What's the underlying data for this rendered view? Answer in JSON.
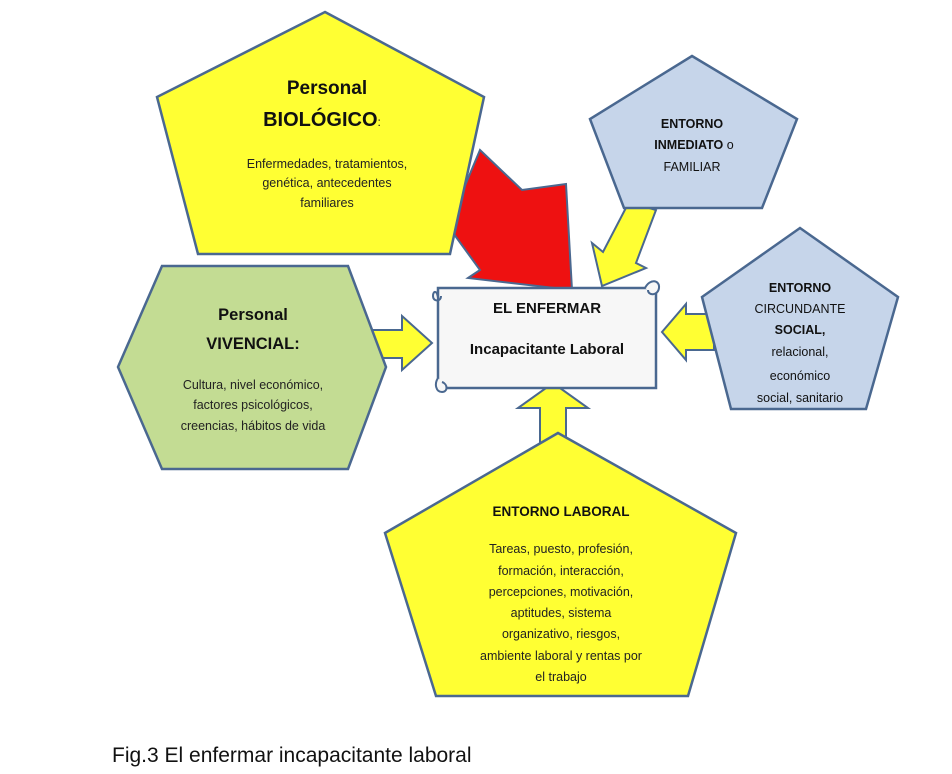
{
  "center": {
    "title": "EL ENFERMAR",
    "subtitle": "Incapacitante Laboral"
  },
  "biologico": {
    "title": "Personal",
    "subtitle": "BIOLÓGICO",
    "subtitle_suffix": ":",
    "lines": [
      "Enfermedades, tratamientos,",
      "genética, antecedentes",
      "familiares"
    ]
  },
  "vivencial": {
    "title": "Personal",
    "subtitle": "VIVENCIAL:",
    "lines": [
      "Cultura, nivel económico,",
      "factores psicológicos,",
      "creencias, hábitos de vida"
    ]
  },
  "inmediato": {
    "line1": "ENTORNO",
    "line2": "INMEDIATO",
    "line2_suffix": " o",
    "line3": "FAMILIAR"
  },
  "social": {
    "line1": "ENTORNO",
    "line2": "CIRCUNDANTE",
    "line3": "SOCIAL,",
    "lines": [
      "relacional,",
      "económico",
      "social, sanitario"
    ]
  },
  "laboral": {
    "title": "ENTORNO LABORAL",
    "lines": [
      "Tareas, puesto, profesión,",
      "formación, interacción,",
      "percepciones, motivación,",
      "aptitudes, sistema",
      "organizativo, riesgos,",
      "ambiente laboral y rentas por",
      "el trabajo"
    ]
  },
  "caption": "Fig.3 El enfermar incapacitante laboral",
  "colors": {
    "yellow": "#FFFF33",
    "green": "#C3DC93",
    "blue": "#C6D5EA",
    "red": "#EE1111",
    "scroll": "#F7F7F7",
    "outline": "#4A6890"
  }
}
